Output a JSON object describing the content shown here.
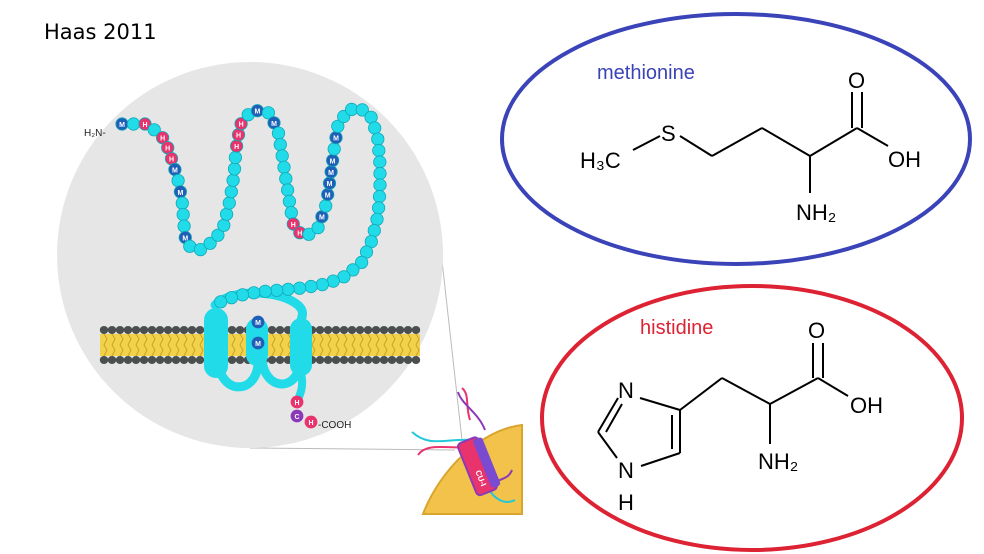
{
  "title": "Haas 2011",
  "protein": {
    "n_terminus": "H₂N-",
    "c_terminus": "-COOH",
    "methionine_letter": "M",
    "histidine_letter": "H",
    "cysteine_letter": "C",
    "cell_label": "CU-I"
  },
  "methionine": {
    "name": "methionine",
    "methyl": "H₃C",
    "sulfur": "S",
    "carbonyl_o": "O",
    "hydroxyl": "OH",
    "amine": "NH₂"
  },
  "histidine": {
    "name": "histidine",
    "ring_n": "N",
    "ring_nh_n": "N",
    "ring_nh_h": "H",
    "carbonyl_o": "O",
    "hydroxyl": "OH",
    "amine": "NH₂"
  },
  "colors": {
    "methionine_ring": "#3a43b8",
    "histidine_ring": "#dd2233",
    "bead": "#21dbe8",
    "met_residue": "#1f5fb8",
    "his_residue": "#e8336c",
    "cys_residue": "#8a3ab8",
    "membrane_tail": "#f2d24a",
    "membrane_head": "#4a4f4f"
  }
}
